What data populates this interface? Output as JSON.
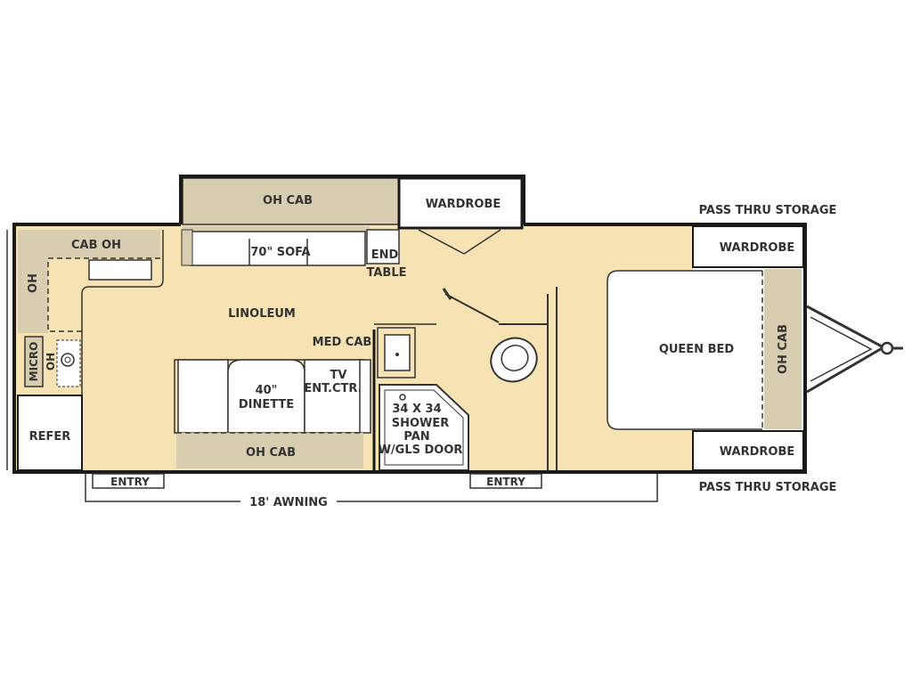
{
  "colors": {
    "floor": "#f6e2b3",
    "cabinet": "#d8cdb1",
    "white": "#ffffff",
    "wall": "#1a1a1a",
    "text": "#333333"
  },
  "labels": {
    "oh_cab_top": "OH CAB",
    "wardrobe_top": "WARDROBE",
    "pass_thru_top": "PASS THRU STORAGE",
    "pass_thru_bottom": "PASS THRU STORAGE",
    "cab_oh": "CAB OH",
    "oh_left": "OH",
    "sofa": "70\" SOFA",
    "end": "END",
    "table": "TABLE",
    "linoleum": "LINOLEUM",
    "med_cab": "MED CAB",
    "micro": "MICRO",
    "oh_micro": "OH",
    "refer": "REFER",
    "tv": "TV",
    "ent_ctr": "ENT.CTR.",
    "dinette_size": "40\"",
    "dinette": "DINETTE",
    "oh_cab_bottom": "OH CAB",
    "shower_1": "34 X 34",
    "shower_2": "SHOWER",
    "shower_3": "PAN",
    "shower_4": "W/GLS DOOR",
    "queen_bed": "QUEEN BED",
    "oh_cab_right": "OH CAB",
    "wardrobe_right_top": "WARDROBE",
    "wardrobe_right_bottom": "WARDROBE",
    "entry_left": "ENTRY",
    "entry_right": "ENTRY",
    "awning": "18' AWNING"
  }
}
